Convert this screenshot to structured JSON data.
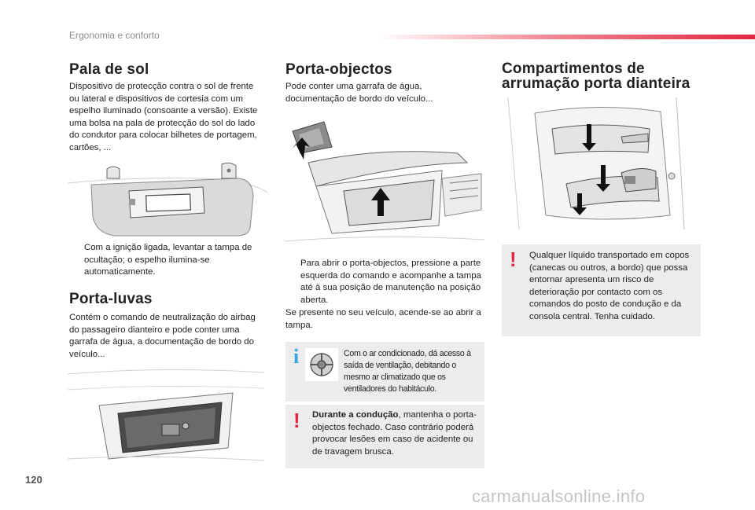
{
  "header": {
    "section_title": "Ergonomia e conforto"
  },
  "page_number": "120",
  "watermark": "carmanualsonline.info",
  "col1": {
    "sun_visor": {
      "title": "Pala de sol",
      "body": "Dispositivo de protecção contra o sol de frente ou lateral e dispositivos de cortesia com um espelho iluminado (consoante a versão). Existe uma bolsa na pala de protecção do sol do lado do condutor para colocar bilhetes de portagem, cartões, ...",
      "bullet": "Com a ignição ligada, levantar a tampa de ocultação; o espelho ilumina-se automaticamente."
    },
    "glove_box": {
      "title": "Porta-luvas",
      "body": "Contém o comando de neutralização do airbag do passageiro dianteiro e pode conter uma garrafa de água, a documentação de bordo do veículo..."
    }
  },
  "col2": {
    "title": "Porta-objectos",
    "body": "Pode conter uma garrafa de água, documentação de bordo do veículo...",
    "bullet": "Para abrir o porta-objectos, pressione a parte esquerda do comando e acompanhe a tampa até à sua posição de manutenção na posição aberta.",
    "note": "Se presente no seu veículo, acende-se ao abrir a tampa.",
    "info_box": {
      "icon": "info-icon",
      "text": "Com o ar condicionado, dá acesso à saída de ventilação, debitando o mesmo ar climatizado que os ventiladores do habitáculo."
    },
    "warning_box": {
      "icon": "warning-icon",
      "bold": "Durante a condução",
      "text": ", mantenha o porta-objectos fechado. Caso contrário poderá provocar lesões em caso de acidente ou de travagem brusca."
    }
  },
  "col3": {
    "title_line1": "Compartimentos de",
    "title_line2": "arrumação porta dianteira",
    "warning_box": {
      "icon": "warning-icon",
      "text": "Qualquer líquido transportado em copos (canecas ou outros, a bordo) que possa entornar apresenta um risco de deterioração por contacto com os comandos do posto de condução e da consola central. Tenha cuidado."
    }
  },
  "bullet_marker": "",
  "colors": {
    "accent_red": "#e3263f",
    "info_blue": "#35a8e0",
    "box_grey": "#ececec"
  }
}
